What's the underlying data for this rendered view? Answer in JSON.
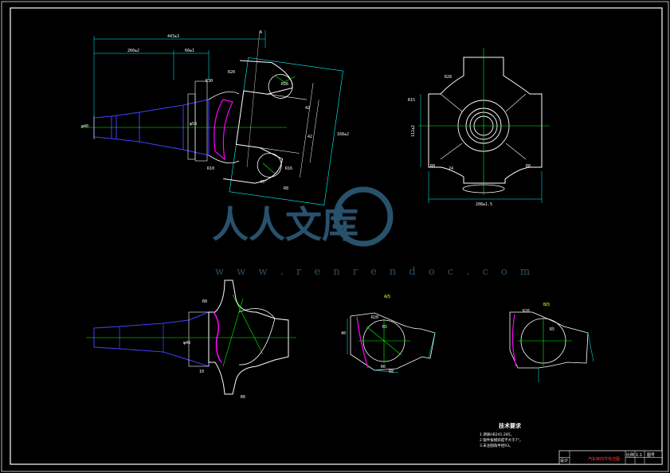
{
  "watermark": {
    "brand": "人人文库",
    "url": "w w w . r e n r e n d o c . c o m"
  },
  "section_labels": {
    "section_a": "A向",
    "section_b": "B向"
  },
  "technical_requirements": {
    "title": "技术要求",
    "items": [
      "1.调质HB241-285。",
      "2.锻件拔模斜度不大于7°。",
      "3.未注圆角半径R3。"
    ]
  },
  "title_block": {
    "drawing_name": "汽车转向节毛坯图",
    "left_label": "设计",
    "cells": [
      "比例",
      "1:1",
      "图号"
    ]
  },
  "colors": {
    "background": "#000000",
    "outline": "#ffffff",
    "part_line": "#4040ff",
    "center_line": "#00ff00",
    "dimension": "#00ffff",
    "hatch": "#ff00ff",
    "text": "#ffff00",
    "watermark": "#2d5a78"
  }
}
